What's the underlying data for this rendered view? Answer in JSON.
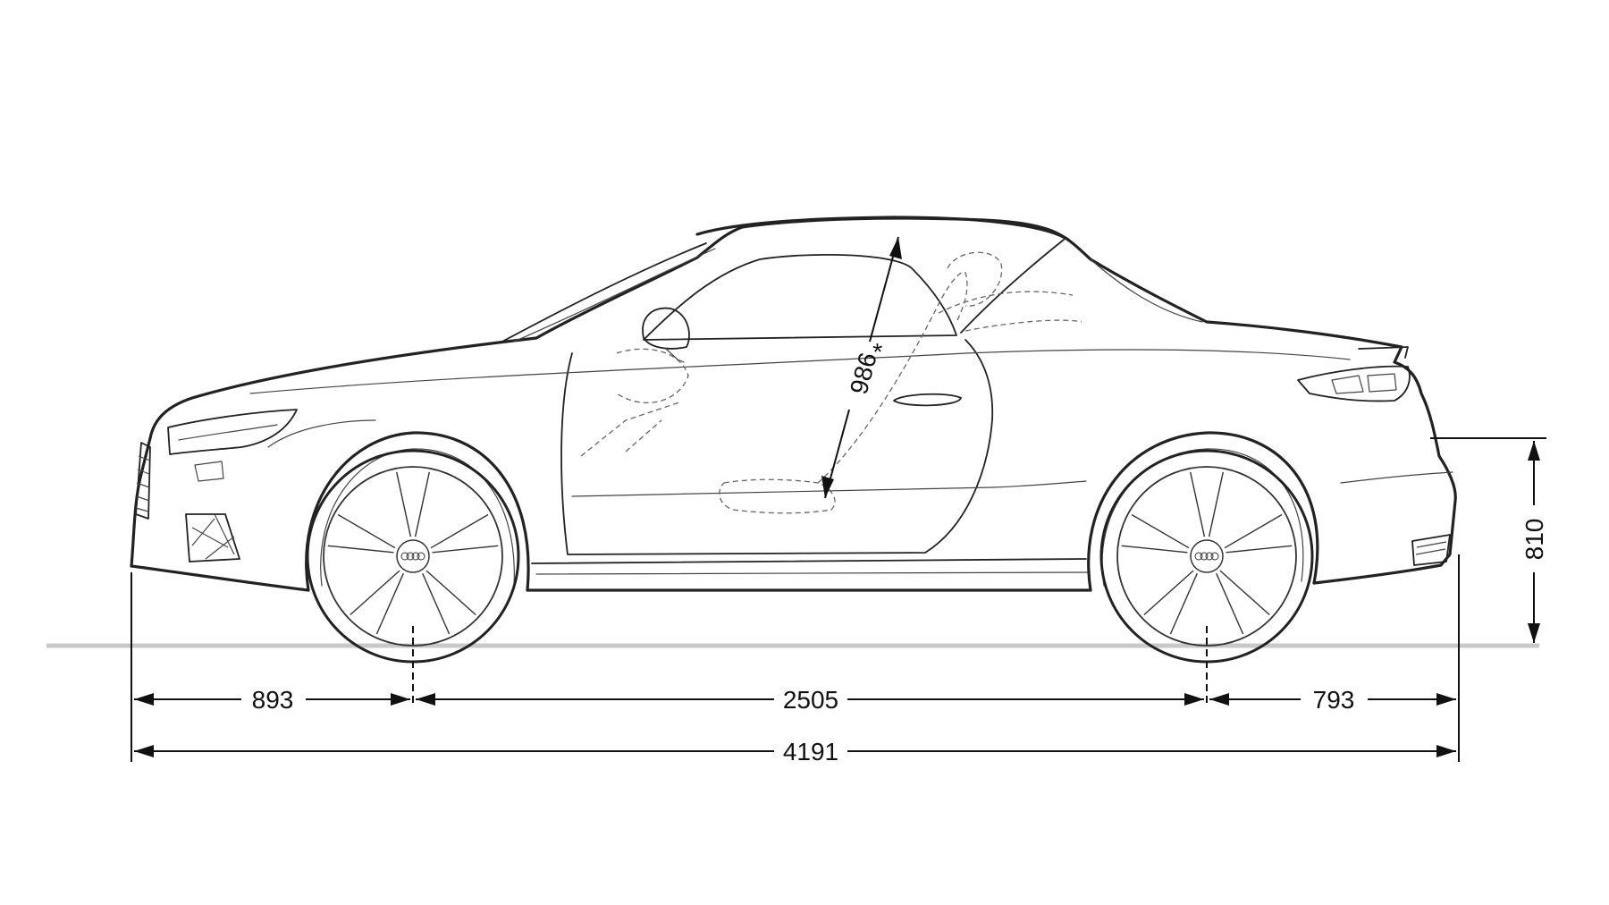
{
  "dimensions": {
    "front_overhang": "893",
    "wheelbase": "2505",
    "rear_overhang": "793",
    "overall_length": "4191",
    "rear_height": "810",
    "seat_to_roof": "986",
    "seat_to_roof_marker": "*"
  },
  "colors": {
    "line": "#222222",
    "ground": "#c8c8c8",
    "background": "#ffffff"
  }
}
